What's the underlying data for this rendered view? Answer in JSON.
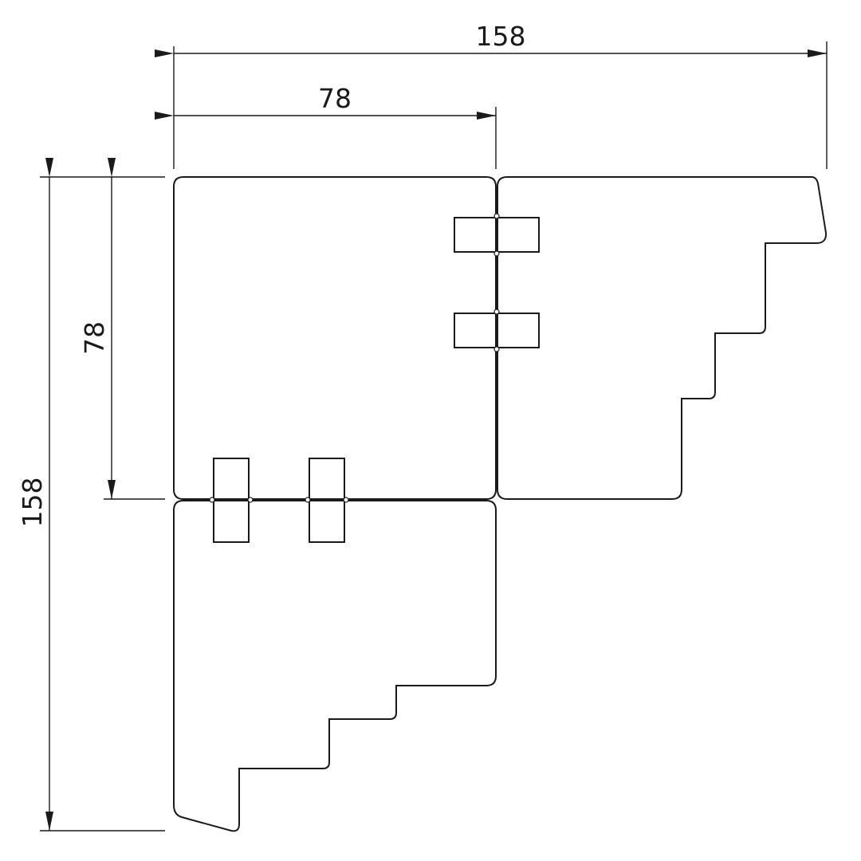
{
  "drawing": {
    "dimensions": {
      "total_width": "158",
      "half_width": "78",
      "total_height": "158",
      "half_height": "78"
    },
    "colors": {
      "line": "#1a1a1a",
      "background": "#ffffff"
    }
  }
}
